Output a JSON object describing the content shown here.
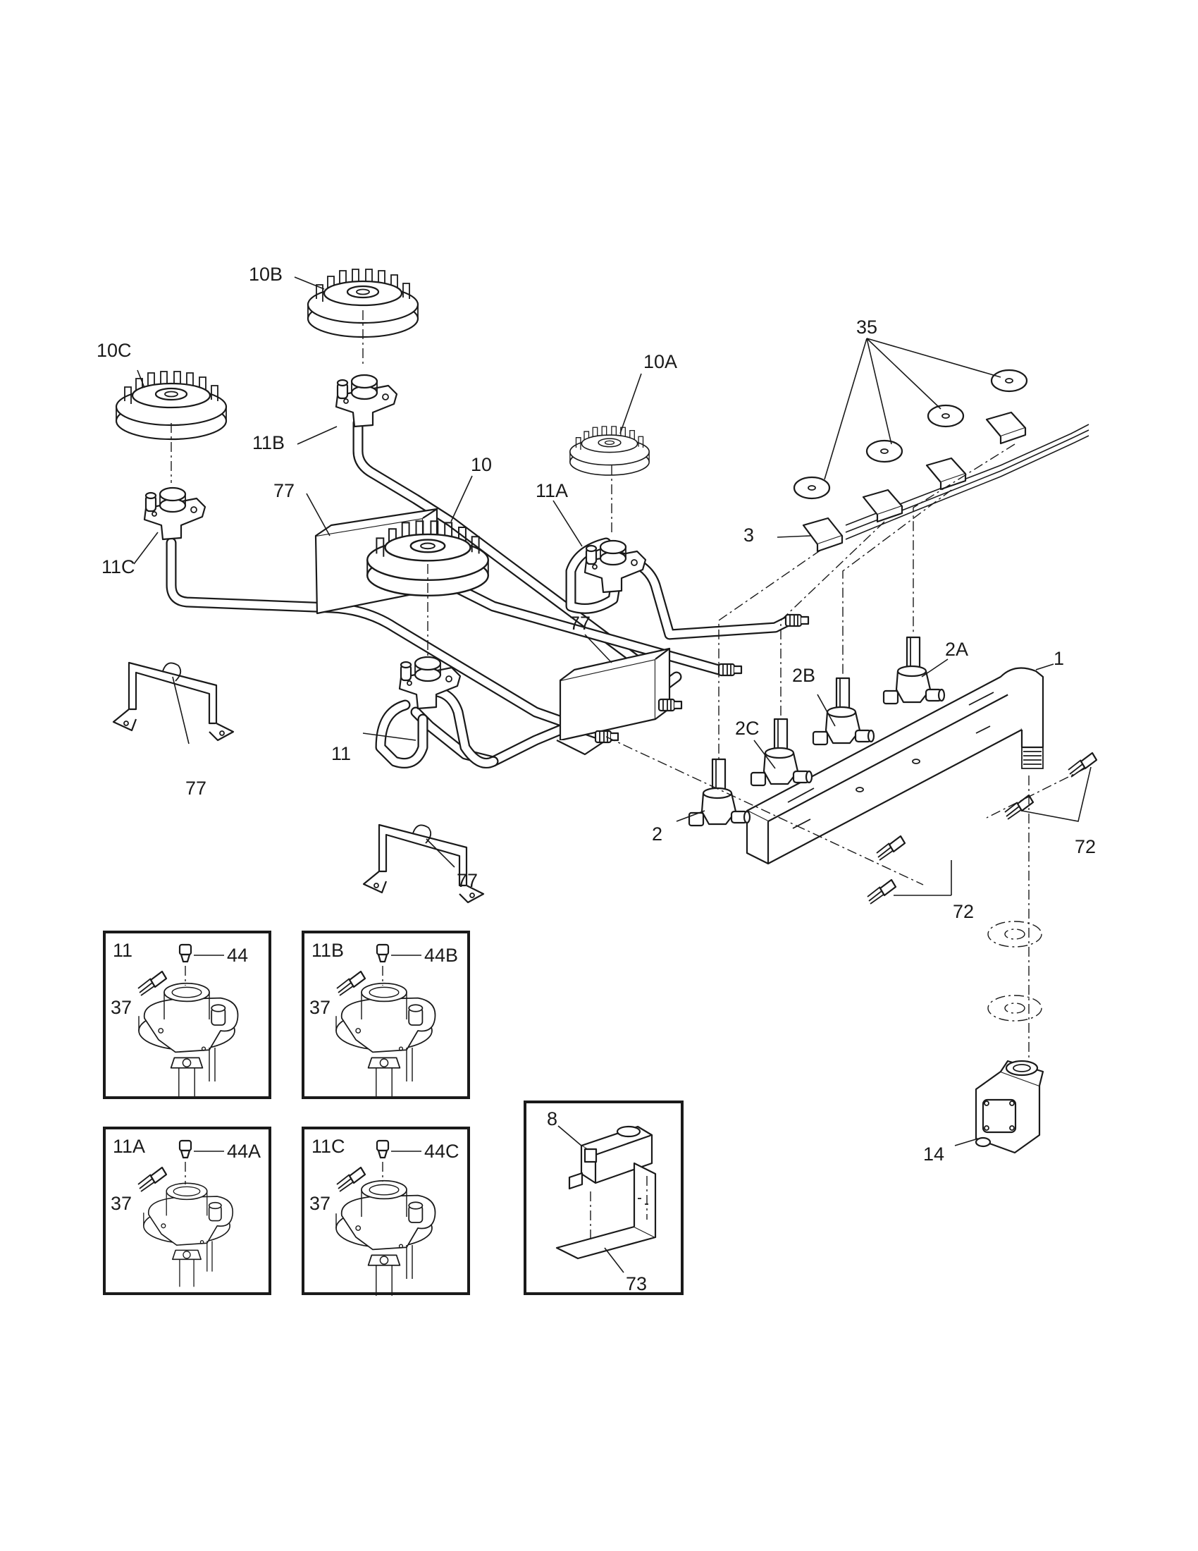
{
  "labels": {
    "p10B": "10B",
    "p10C": "10C",
    "p10A": "10A",
    "p10": "10",
    "p11B": "11B",
    "p11C": "11C",
    "p11A": "11A",
    "p11": "11",
    "p35": "35",
    "p3": "3",
    "p77a": "77",
    "p77b": "77",
    "p77c": "77",
    "p77d": "77",
    "p1": "1",
    "p2": "2",
    "p2A": "2A",
    "p2B": "2B",
    "p2C": "2C",
    "p72a": "72",
    "p72b": "72",
    "p14": "14"
  },
  "insets": {
    "i11": {
      "title": "11",
      "screw": "37",
      "cap": "44"
    },
    "i11B": {
      "title": "11B",
      "screw": "37",
      "cap": "44B"
    },
    "i11A": {
      "title": "11A",
      "screw": "37",
      "cap": "44A"
    },
    "i11C": {
      "title": "11C",
      "screw": "37",
      "cap": "44C"
    },
    "i8": {
      "top": "8",
      "bottom": "73"
    }
  }
}
